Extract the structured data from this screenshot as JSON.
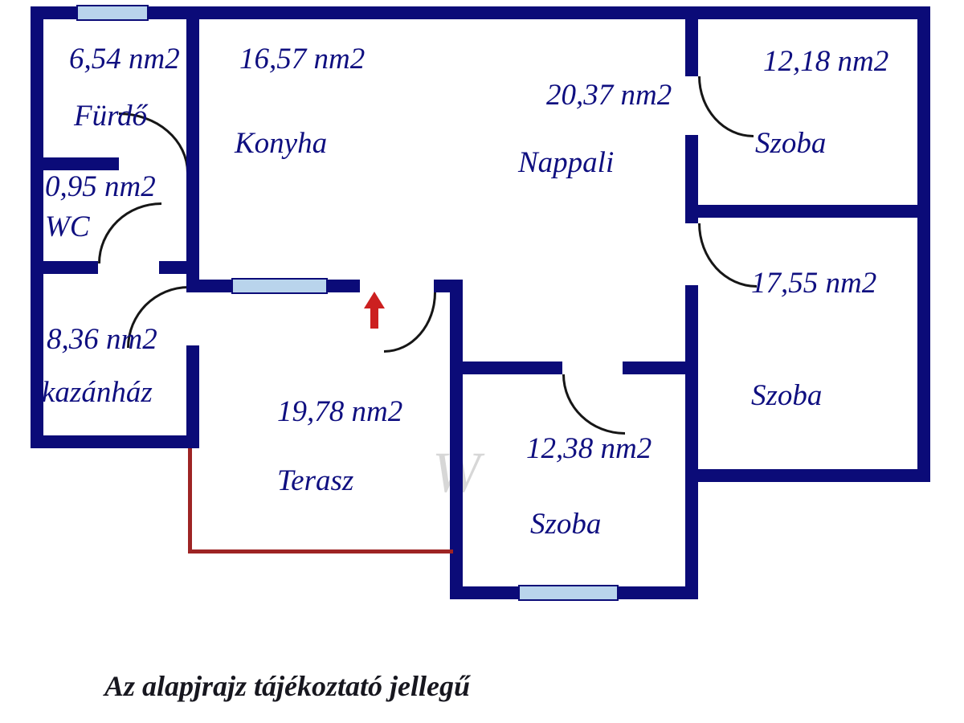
{
  "meta": {
    "disclaimer": "Az alapjrajz tájékoztató jellegű",
    "watermark": "W"
  },
  "rooms": {
    "furdo": {
      "name": "Fürdő",
      "area": "6,54 nm2"
    },
    "wc": {
      "name": "WC",
      "area": "0,95 nm2"
    },
    "kazanhaz": {
      "name": "kazánház",
      "area": "8,36 nm2"
    },
    "konyha": {
      "name": "Konyha",
      "area": "16,57 nm2"
    },
    "nappali": {
      "name": "Nappali",
      "area": "20,37 nm2"
    },
    "szoba1": {
      "name": "Szoba",
      "area": "12,18 nm2"
    },
    "szoba2": {
      "name": "Szoba",
      "area": "17,55 nm2"
    },
    "szoba3": {
      "name": "Szoba",
      "area": "12,38 nm2"
    },
    "terasz": {
      "name": "Terasz",
      "area": "19,78 nm2"
    }
  },
  "colors": {
    "wall": "#0b0b78",
    "window": "#b9d4ec",
    "label": "#0f0f80",
    "terrace_edge": "#9e2424",
    "entrance_arrow": "#cc2020"
  }
}
